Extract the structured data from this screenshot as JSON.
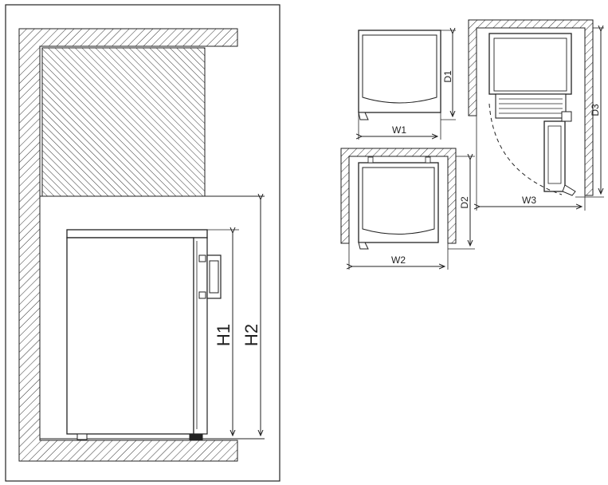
{
  "labels": {
    "h1": "H1",
    "h2": "H2",
    "w1": "W1",
    "w2": "W2",
    "w3": "W3",
    "d1": "D1",
    "d2": "D2",
    "d3": "D3"
  },
  "colors": {
    "line": "#222222",
    "fill": "#ffffff"
  }
}
